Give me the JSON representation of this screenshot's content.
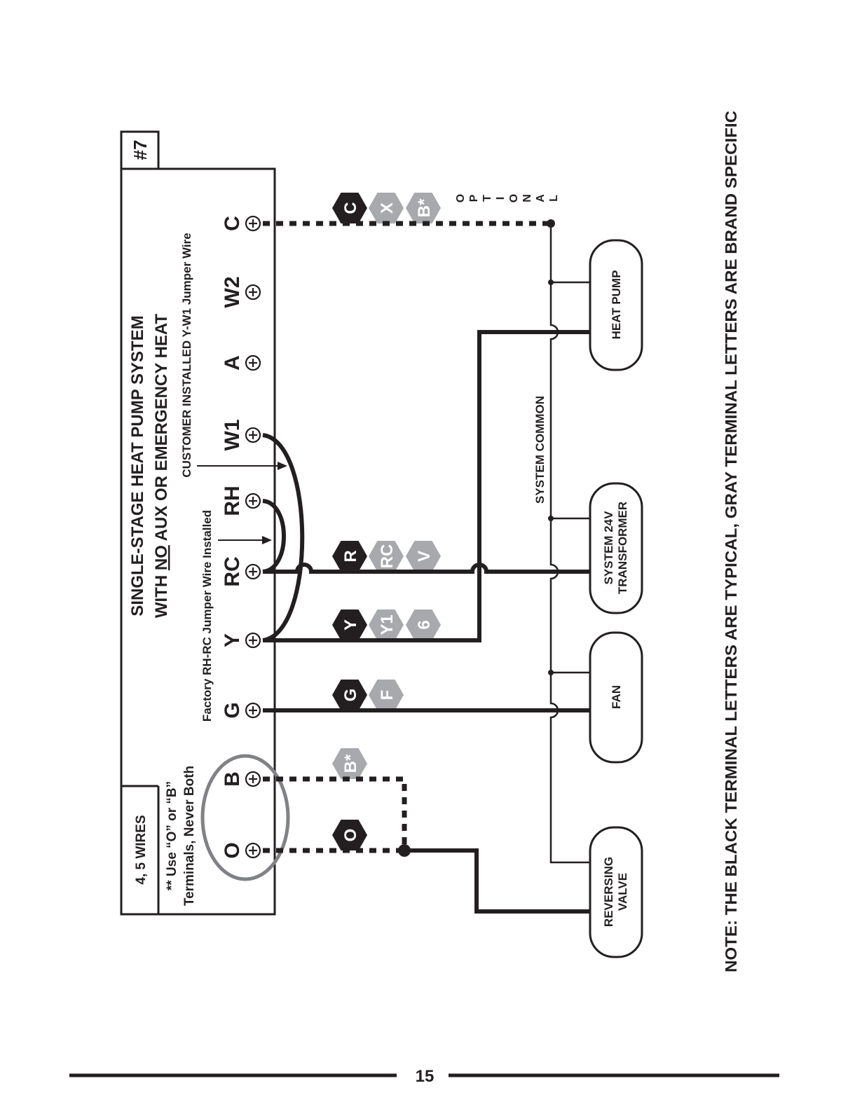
{
  "diagram_number": "#7",
  "title": {
    "line1": "SINGLE-STAGE HEAT PUMP SYSTEM",
    "line2_prefix": "WITH ",
    "line2_underlined": "NO",
    "line2_suffix": " AUX OR EMERGENCY HEAT"
  },
  "wires_box": "4, 5 WIRES",
  "use_note": {
    "line1": "** Use “O” or “B”",
    "line2": "Terminals, Never Both"
  },
  "factory_jumper_label": "Factory RH-RC Jumper Wire Installed",
  "customer_jumper_label": "CUSTOMER INSTALLED Y-W1 Jumper Wire",
  "terminals": [
    "O",
    "B",
    "G",
    "Y",
    "RC",
    "RH",
    "W1",
    "A",
    "W2",
    "C"
  ],
  "brand_tags": {
    "O": [
      {
        "text": "O",
        "shade": "black"
      }
    ],
    "B": [
      {
        "text": "B*",
        "shade": "gray"
      }
    ],
    "G": [
      {
        "text": "G",
        "shade": "black"
      },
      {
        "text": "F",
        "shade": "gray"
      }
    ],
    "Y": [
      {
        "text": "Y",
        "shade": "black"
      },
      {
        "text": "Y1",
        "shade": "gray"
      },
      {
        "text": "6",
        "shade": "gray"
      }
    ],
    "RC": [
      {
        "text": "R",
        "shade": "black"
      },
      {
        "text": "RC",
        "shade": "gray"
      },
      {
        "text": "V",
        "shade": "gray"
      }
    ],
    "C": [
      {
        "text": "C",
        "shade": "black"
      },
      {
        "text": "X",
        "shade": "gray"
      },
      {
        "text": "B*",
        "shade": "gray"
      }
    ]
  },
  "optional_label": "OPTIONAL",
  "system_common_label": "SYSTEM COMMON",
  "components": {
    "reversing_valve": [
      "REVERSING",
      "VALVE"
    ],
    "fan": [
      "FAN"
    ],
    "transformer": [
      "SYSTEM 24V",
      "TRANSFORMER"
    ],
    "heat_pump": [
      "HEAT PUMP"
    ]
  },
  "note": "NOTE: THE BLACK TERMINAL LETTERS ARE TYPICAL, GRAY TERMINAL LETTERS ARE BRAND SPECIFIC",
  "page_number": "15",
  "colors": {
    "ink": "#231f20",
    "gray_tag": "#a7a9ac",
    "circle_gray": "#808285"
  }
}
